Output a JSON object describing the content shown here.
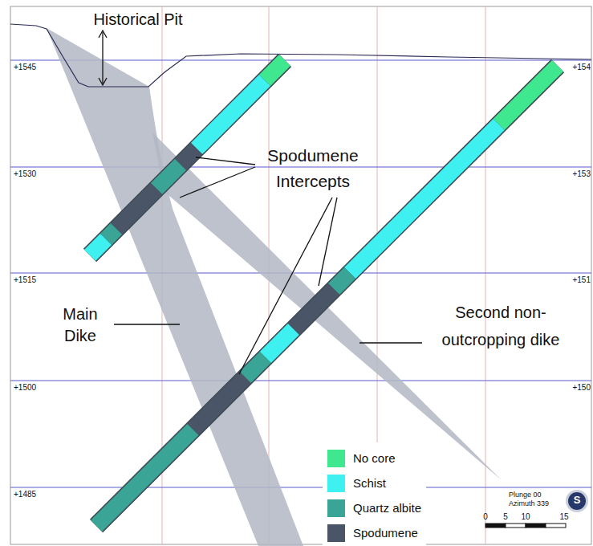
{
  "diagram": {
    "labels": [
      "Historical Pit",
      "Spodumene Intercepts",
      "Main Dike",
      "Second non- outcropping dike",
      "+1545",
      "+154",
      "+1530",
      "+153",
      "+1515",
      "+151",
      "+1500",
      "+150",
      "+1485",
      "Plunge 00",
      "Azimuth 339",
      "0",
      "5",
      "10",
      "15",
      "S"
    ],
    "legend": [
      {
        "text": "No core",
        "color": "#3fe88e"
      },
      {
        "text": "Schist",
        "color": "#3ff0f0"
      },
      {
        "text": "Quartz albite",
        "color": "#3aa596"
      },
      {
        "text": "Spodumene",
        "color": "#4b5568"
      }
    ]
  }
}
